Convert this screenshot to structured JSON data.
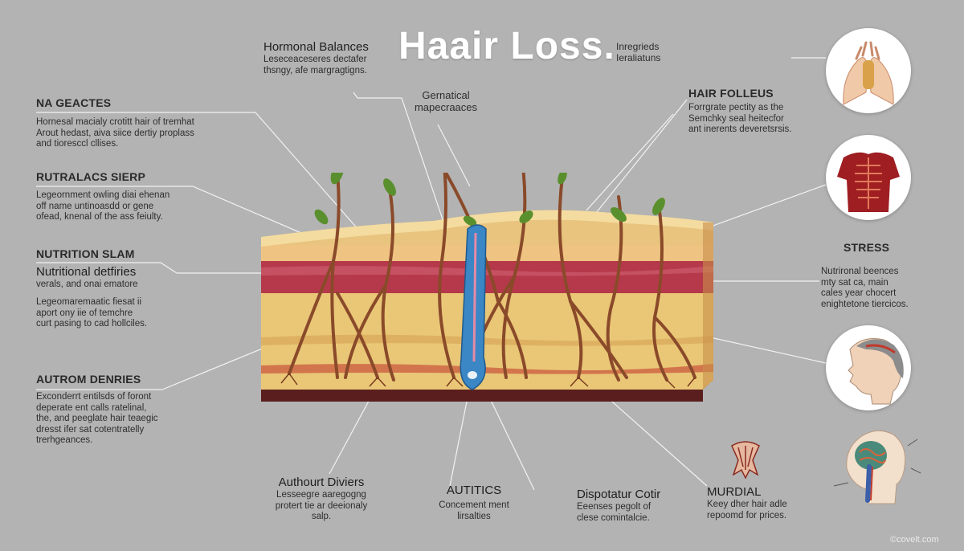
{
  "title": "Haair Loss.",
  "top_left": {
    "heading": "Hormonal Balances",
    "text": "Leseceaceseres dectafer\nthsngy, afe margragtigns."
  },
  "top_right": {
    "heading": "Inregrieds",
    "text": "Ieraliatuns"
  },
  "genetical": {
    "heading": "Gernatical",
    "text": "mapecraaces"
  },
  "na_geactes": {
    "heading": "NA GEACTES",
    "text": "Hornesal macialy crotitt hair of tremhat\nArout hedast, aiva siice dertiy proplass\nand tioresccl cllises."
  },
  "rutralacs": {
    "heading": "RUTRALACS SIERP",
    "text": "Legeornment owling diai ehenan\noff name untinoasdd or gene\nofead, knenal of the ass feiulty."
  },
  "nutrition": {
    "heading": "NUTRITION SLAM",
    "subheading": "Nutritional detfiries",
    "text1": "verals, and onai ematore",
    "text2": "Legeomaremaatic fiesat ii\naport ony iie of temchre\ncurt pasing to cad hollciles."
  },
  "autrom": {
    "heading": "AUTROM DENRIES",
    "text": "Exconderrt entilsds of foront\ndeperate ent calls ratelinal,\nthe, and peeglate hair teaegic\ndresst ifer sat cotentratelly\ntrerhgeances."
  },
  "hair_folleus": {
    "heading": "HAIR FOLLEUS",
    "text": "Forrgrate pectity as the\nSemchky seal heitecfor\nant inerents deveretsrsis."
  },
  "stress": {
    "heading": "STRESS",
    "text": "Nutrironal beences\nmty sat ca, main\ncales year chocert\nenightetone tiercicos."
  },
  "bottom": {
    "autoimmune": {
      "heading": "Authourt Diviers",
      "text": "Lesseegre aaregogng\nprotert tie ar deeionaly\nsalp."
    },
    "autitics": {
      "heading": "AUTITICS",
      "text": "Concement ment\nlirsalties"
    },
    "dispostatur": {
      "heading": "Dispotatur Cotir",
      "text": "Eeenses pegolt of\nclese comintalcie."
    },
    "murdial": {
      "heading": "MURDIAL",
      "text": "Keey dher hair adle\nrepoomd for prices."
    }
  },
  "watermark": "©covelt.com",
  "icons": [
    "hands-icon",
    "torso-muscle-icon",
    "head-profile-icon",
    "brain-nerve-icon",
    "hair-follicle-icon"
  ],
  "colors": {
    "background": "#b3b3b3",
    "skin_top": "#e8c47e",
    "dermis_red": "#b5394a",
    "fat_yellow": "#e9c777",
    "base_dark": "#7a2a2a",
    "hair_shaft": "#3b86c4",
    "root_brown": "#8a4a2a",
    "leaf_green": "#5a8f2e"
  }
}
